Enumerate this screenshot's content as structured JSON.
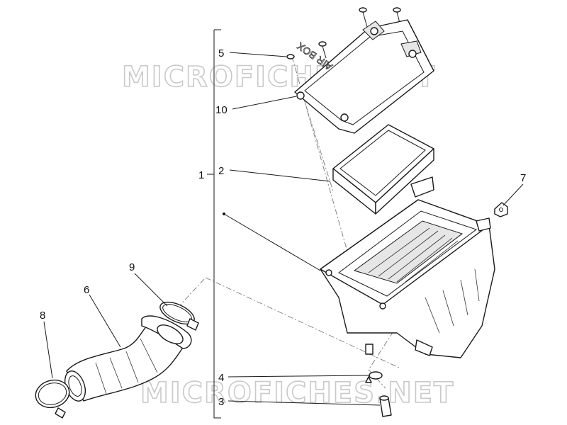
{
  "watermark": {
    "top": "MICROFICHES.NET",
    "bottom": "MICROFICHES.NET"
  },
  "cover_text": "AIR BOX",
  "callouts": [
    {
      "id": "1",
      "label": "1"
    },
    {
      "id": "2",
      "label": "2"
    },
    {
      "id": "3",
      "label": "3"
    },
    {
      "id": "4",
      "label": "4"
    },
    {
      "id": "5",
      "label": "5"
    },
    {
      "id": "6",
      "label": "6"
    },
    {
      "id": "7",
      "label": "7"
    },
    {
      "id": "8",
      "label": "8"
    },
    {
      "id": "9",
      "label": "9"
    },
    {
      "id": "10",
      "label": "10"
    }
  ]
}
